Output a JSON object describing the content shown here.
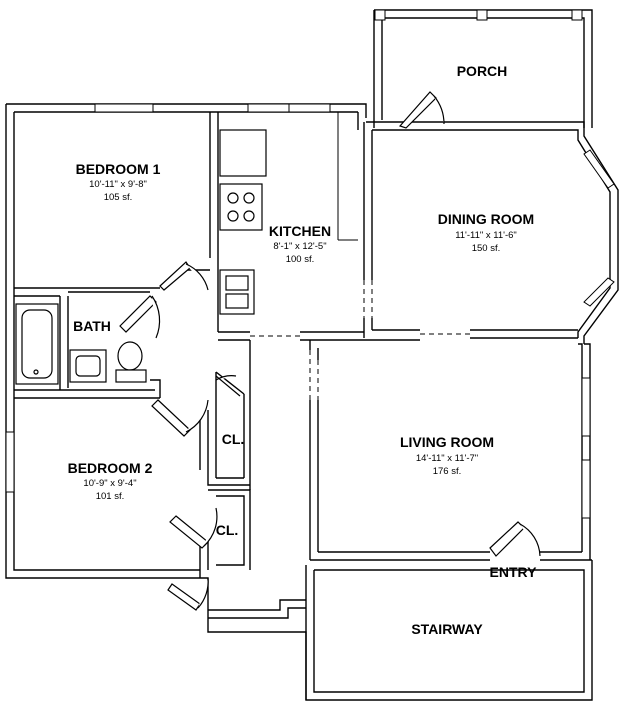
{
  "rooms": {
    "porch": {
      "name": "PORCH"
    },
    "bedroom1": {
      "name": "BEDROOM 1",
      "dims": "10'-11\" x 9'-8\"",
      "area": "105 sf."
    },
    "kitchen": {
      "name": "KITCHEN",
      "dims": "8'-1\" x 12'-5\"",
      "area": "100 sf."
    },
    "dining": {
      "name": "DINING ROOM",
      "dims": "11'-11\" x 11'-6\"",
      "area": "150 sf."
    },
    "bath": {
      "name": "BATH"
    },
    "bedroom2": {
      "name": "BEDROOM 2",
      "dims": "10'-9\" x 9'-4\"",
      "area": "101 sf."
    },
    "closet1": {
      "name": "CL."
    },
    "closet2": {
      "name": "CL."
    },
    "living": {
      "name": "LIVING ROOM",
      "dims": "14'-11\" x 11'-7\"",
      "area": "176 sf."
    },
    "entry": {
      "name": "ENTRY"
    },
    "stairway": {
      "name": "STAIRWAY"
    }
  }
}
